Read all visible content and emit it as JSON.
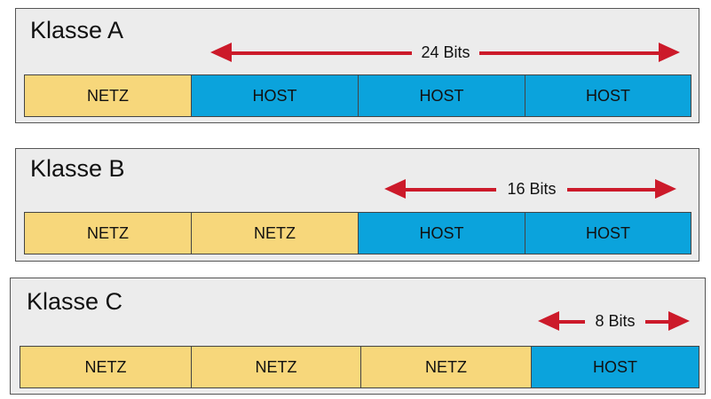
{
  "diagram": {
    "classes": [
      {
        "title": "Klasse A",
        "bits_label": "24 Bits",
        "segments": [
          {
            "label": "NETZ",
            "kind": "netz"
          },
          {
            "label": "HOST",
            "kind": "host"
          },
          {
            "label": "HOST",
            "kind": "host"
          },
          {
            "label": "HOST",
            "kind": "host"
          }
        ]
      },
      {
        "title": "Klasse B",
        "bits_label": "16 Bits",
        "segments": [
          {
            "label": "NETZ",
            "kind": "netz"
          },
          {
            "label": "NETZ",
            "kind": "netz"
          },
          {
            "label": "HOST",
            "kind": "host"
          },
          {
            "label": "HOST",
            "kind": "host"
          }
        ]
      },
      {
        "title": "Klasse C",
        "bits_label": "8 Bits",
        "segments": [
          {
            "label": "NETZ",
            "kind": "netz"
          },
          {
            "label": "NETZ",
            "kind": "netz"
          },
          {
            "label": "NETZ",
            "kind": "netz"
          },
          {
            "label": "HOST",
            "kind": "host"
          }
        ]
      }
    ],
    "colors": {
      "netz": "#f7d77b",
      "host": "#0ba3dc",
      "arrow": "#cc1a2a",
      "panel_background": "#ececec"
    }
  }
}
